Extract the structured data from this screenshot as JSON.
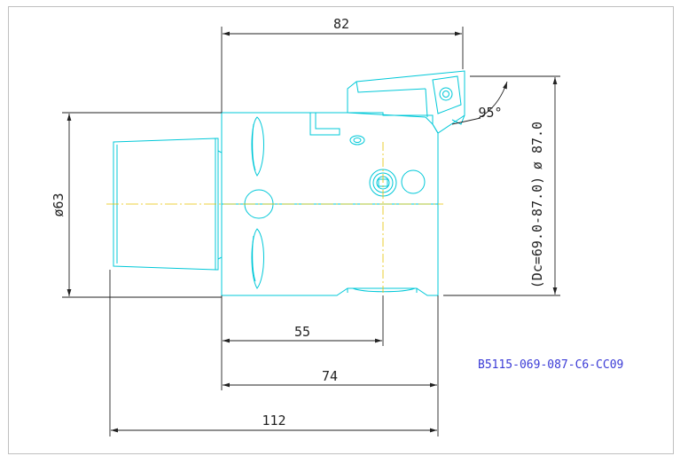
{
  "drawing": {
    "dimensions": {
      "overall_top": "82",
      "angle": "95°",
      "diameter_right": "ø 87.0",
      "diameter_range": "(Dc=69.0-87.0)",
      "diameter_left": "ø63",
      "dim_55": "55",
      "dim_74": "74",
      "dim_112": "112"
    },
    "part_number": "B5115-069-087-C6-CC09",
    "colors": {
      "outline": "#00c8d8",
      "centerline": "#e6c200",
      "dimension": "#222222",
      "part_text": "#3b3bd6"
    }
  }
}
